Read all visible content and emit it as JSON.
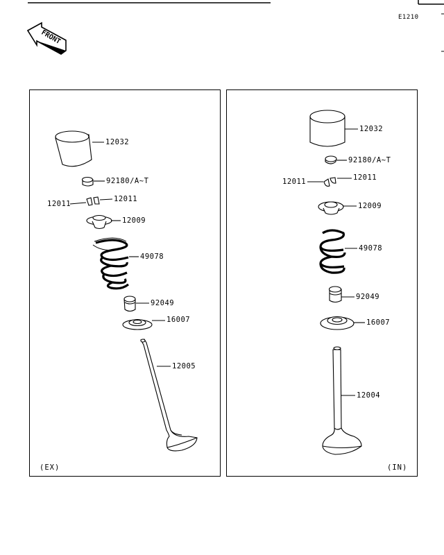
{
  "diagram_code": "E1210",
  "front_arrow_text": "FRONT",
  "panels": {
    "exhaust": {
      "tag": "(EX)",
      "labels": {
        "lifter": "12032",
        "shim": "92180/A~T",
        "cotter_left": "12011",
        "cotter_right": "12011",
        "retainer": "12009",
        "spring": "49078",
        "seal": "92049",
        "seat": "16007",
        "valve": "12005"
      }
    },
    "intake": {
      "tag": "(IN)",
      "labels": {
        "lifter": "12032",
        "shim": "92180/A~T",
        "cotter_left": "12011",
        "cotter_right": "12011",
        "retainer": "12009",
        "spring": "49078",
        "seal": "92049",
        "seat": "16007",
        "valve": "12004"
      }
    }
  }
}
